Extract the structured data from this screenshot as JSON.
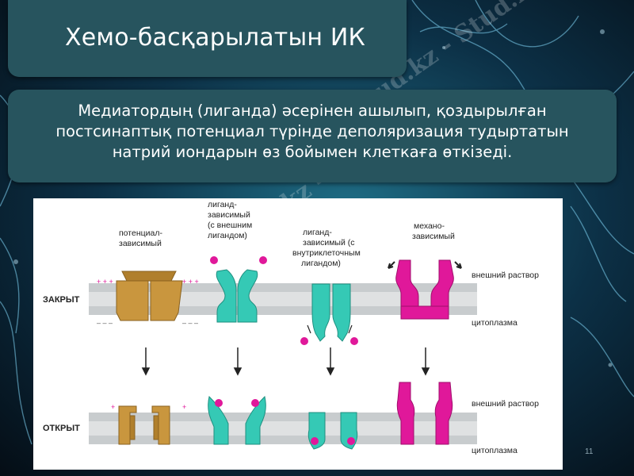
{
  "slide": {
    "title": "Хемо-басқарылатын ИК",
    "description_lines": [
      "Медиатордың (лиганда) әсерінен ашылып, қоздырылған",
      "постсинаптық потенциал түрінде деполяризация тудыртатын",
      "натрий иондарын өз бойымен клеткаға өткізеді."
    ],
    "page_number": "11"
  },
  "diagram": {
    "state_closed": "ЗАКРЫТ",
    "state_open": "ОТКРЫТ",
    "label_voltage": [
      "потенциал-",
      "зависимый"
    ],
    "label_ligand_ext": [
      "лиганд-",
      "зависимый",
      "(с внешним",
      "лигандом)"
    ],
    "label_ligand_int": [
      "лиганд-",
      "зависимый (с",
      "внутриклеточным",
      "лигандом)"
    ],
    "label_mechano": [
      "механо-",
      "зависимый"
    ],
    "outer_solution": "внешний раствор",
    "cytoplasm": "цитоплазма",
    "plus_signs": "+ + +",
    "minus_signs": "– – –"
  },
  "watermark": "Stud.kz - Stud.kz",
  "colors": {
    "panel": "#27545e",
    "voltage_gated": "#c9963e",
    "ligand_gated": "#35c9b5",
    "mechano_gated": "#e0189a",
    "ligand": "#e0189a",
    "membrane": "#c8ccce"
  }
}
